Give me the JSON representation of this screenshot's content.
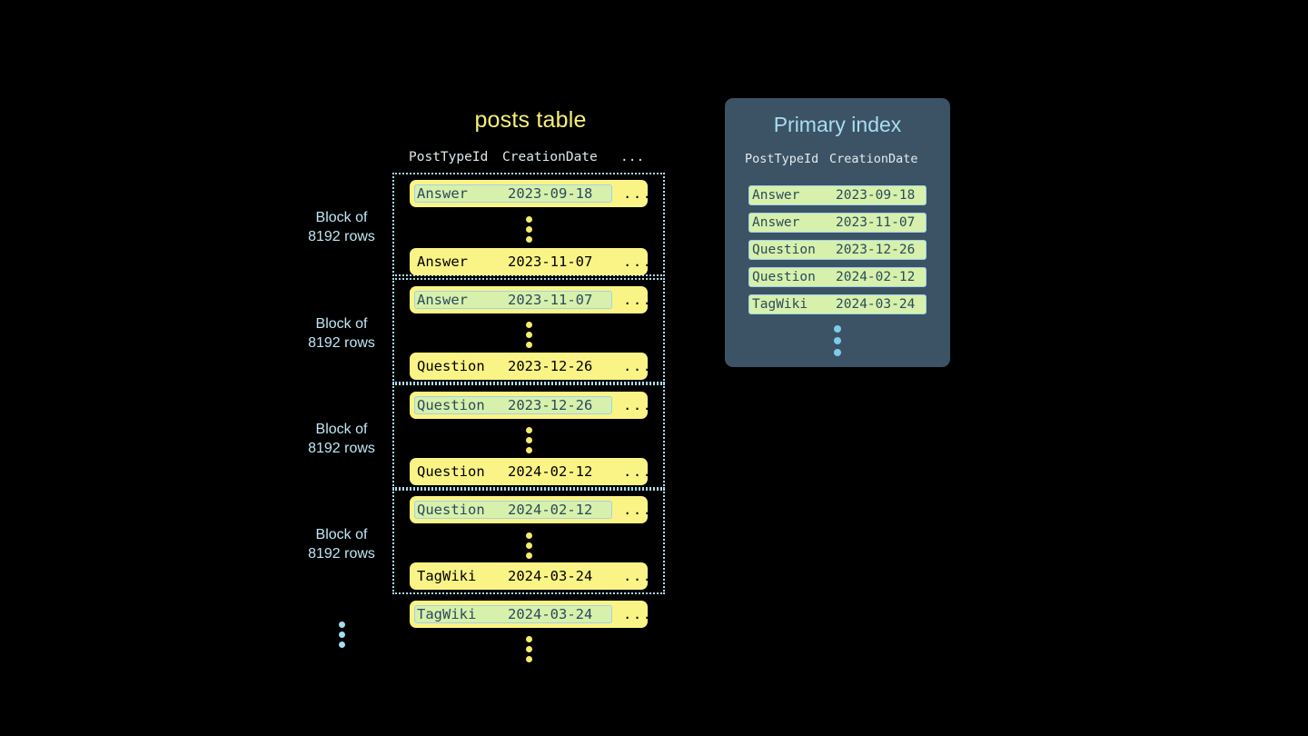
{
  "posts_table": {
    "title": "posts table",
    "columns": [
      "PostTypeId",
      "CreationDate",
      "..."
    ],
    "ellipsis": "...",
    "block_label_line1": "Block of",
    "block_label_line2": "8192 rows",
    "blocks": [
      {
        "label_line1": "Block of",
        "label_line2": "8192 rows",
        "first_row": {
          "post_type_id": "Answer",
          "creation_date": "2023-09-18",
          "ellipsis": "...",
          "highlighted": true
        },
        "last_row": {
          "post_type_id": "Answer",
          "creation_date": "2023-11-07",
          "ellipsis": "...",
          "highlighted": false
        }
      },
      {
        "label_line1": "Block of",
        "label_line2": "8192 rows",
        "first_row": {
          "post_type_id": "Answer",
          "creation_date": "2023-11-07",
          "ellipsis": "...",
          "highlighted": true
        },
        "last_row": {
          "post_type_id": "Question",
          "creation_date": "2023-12-26",
          "ellipsis": "...",
          "highlighted": false
        }
      },
      {
        "label_line1": "Block of",
        "label_line2": "8192 rows",
        "first_row": {
          "post_type_id": "Question",
          "creation_date": "2023-12-26",
          "ellipsis": "...",
          "highlighted": true
        },
        "last_row": {
          "post_type_id": "Question",
          "creation_date": "2024-02-12",
          "ellipsis": "...",
          "highlighted": false
        }
      },
      {
        "label_line1": "Block of",
        "label_line2": "8192 rows",
        "first_row": {
          "post_type_id": "Question",
          "creation_date": "2024-02-12",
          "ellipsis": "...",
          "highlighted": true
        },
        "last_row": {
          "post_type_id": "TagWiki",
          "creation_date": "2024-03-24",
          "ellipsis": "...",
          "highlighted": false
        }
      }
    ],
    "trailing_row": {
      "post_type_id": "TagWiki",
      "creation_date": "2024-03-24",
      "ellipsis": "...",
      "highlighted": true
    }
  },
  "primary_index": {
    "title": "Primary index",
    "columns": [
      "PostTypeId",
      "CreationDate"
    ],
    "rows": [
      {
        "post_type_id": "Answer",
        "creation_date": "2023-09-18"
      },
      {
        "post_type_id": "Answer",
        "creation_date": "2023-11-07"
      },
      {
        "post_type_id": "Question",
        "creation_date": "2023-12-26"
      },
      {
        "post_type_id": "Question",
        "creation_date": "2024-02-12"
      },
      {
        "post_type_id": "TagWiki",
        "creation_date": "2024-03-24"
      }
    ]
  },
  "colors": {
    "background": "#000000",
    "row_yellow": "#faf486",
    "highlight_green": "#d7f0ac",
    "highlight_border": "#9fd2e8",
    "accent_blue": "#a9dcef",
    "panel_slate": "#3b5365",
    "title_yellow": "#f7f077",
    "title_blue": "#aadcf2",
    "dot_yellow": "#f5ec6a",
    "dot_blue": "#7fcbe8"
  }
}
